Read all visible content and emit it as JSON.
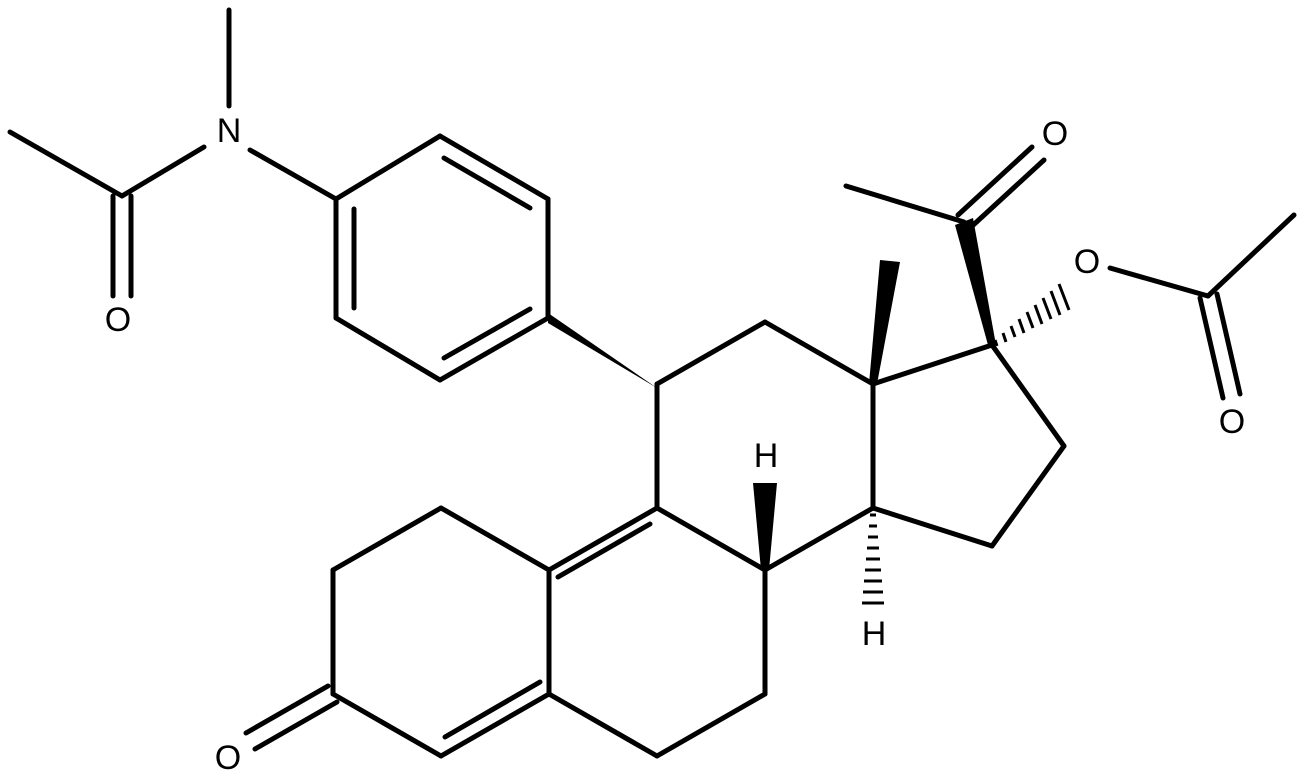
{
  "molecule": {
    "atoms": {
      "n_amide": "N",
      "o_amide": "O",
      "o_ketone_acetyl": "O",
      "o_ester": "O",
      "o_ester_carbonyl": "O",
      "o_enone": "O",
      "h_c8": "H",
      "h_c14": "H"
    }
  }
}
